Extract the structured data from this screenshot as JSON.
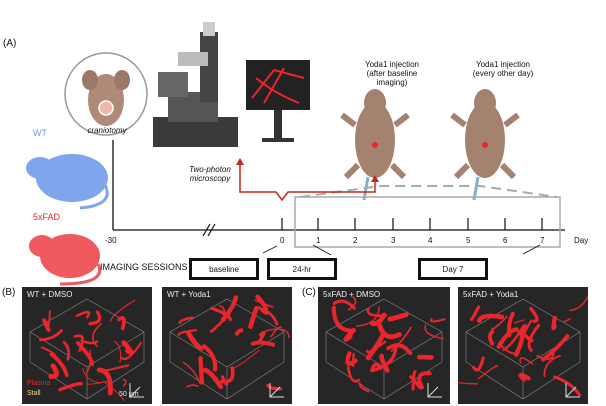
{
  "panel_a": {
    "label": "(A)",
    "craniotomy": "craniotomy",
    "microscopy": "Two-photon microscopy",
    "injection1": "Yoda1 injection (after baseline imaging)",
    "injection2": "Yoda1 injection (every other day)",
    "groups": [
      "WT",
      "5xFAD"
    ],
    "group_colors": [
      "#6f9ce8",
      "#f0595d"
    ],
    "timeline": {
      "start_label": "-30",
      "ticks": [
        "0",
        "1",
        "2",
        "3",
        "4",
        "5",
        "6",
        "7"
      ],
      "unit": "Day"
    },
    "imaging_sessions_label": "IMAGING SESSIONS",
    "sessions": [
      "baseline",
      "24-hr",
      "Day 7"
    ]
  },
  "panel_b": {
    "label": "(B)",
    "panels": [
      "WT + DMSO",
      "WT + Yoda1"
    ],
    "legend": [
      "Plasma",
      "Stall"
    ],
    "scale_bar": "50 μm"
  },
  "panel_c": {
    "label": "(C)",
    "panels": [
      "5xFAD + DMSO",
      "5xFAD + Yoda1"
    ]
  },
  "colors": {
    "plasma": "#e8262c",
    "stall": "#e8d98a",
    "arrow": "#c4261f",
    "panel_bg": "#262626"
  }
}
